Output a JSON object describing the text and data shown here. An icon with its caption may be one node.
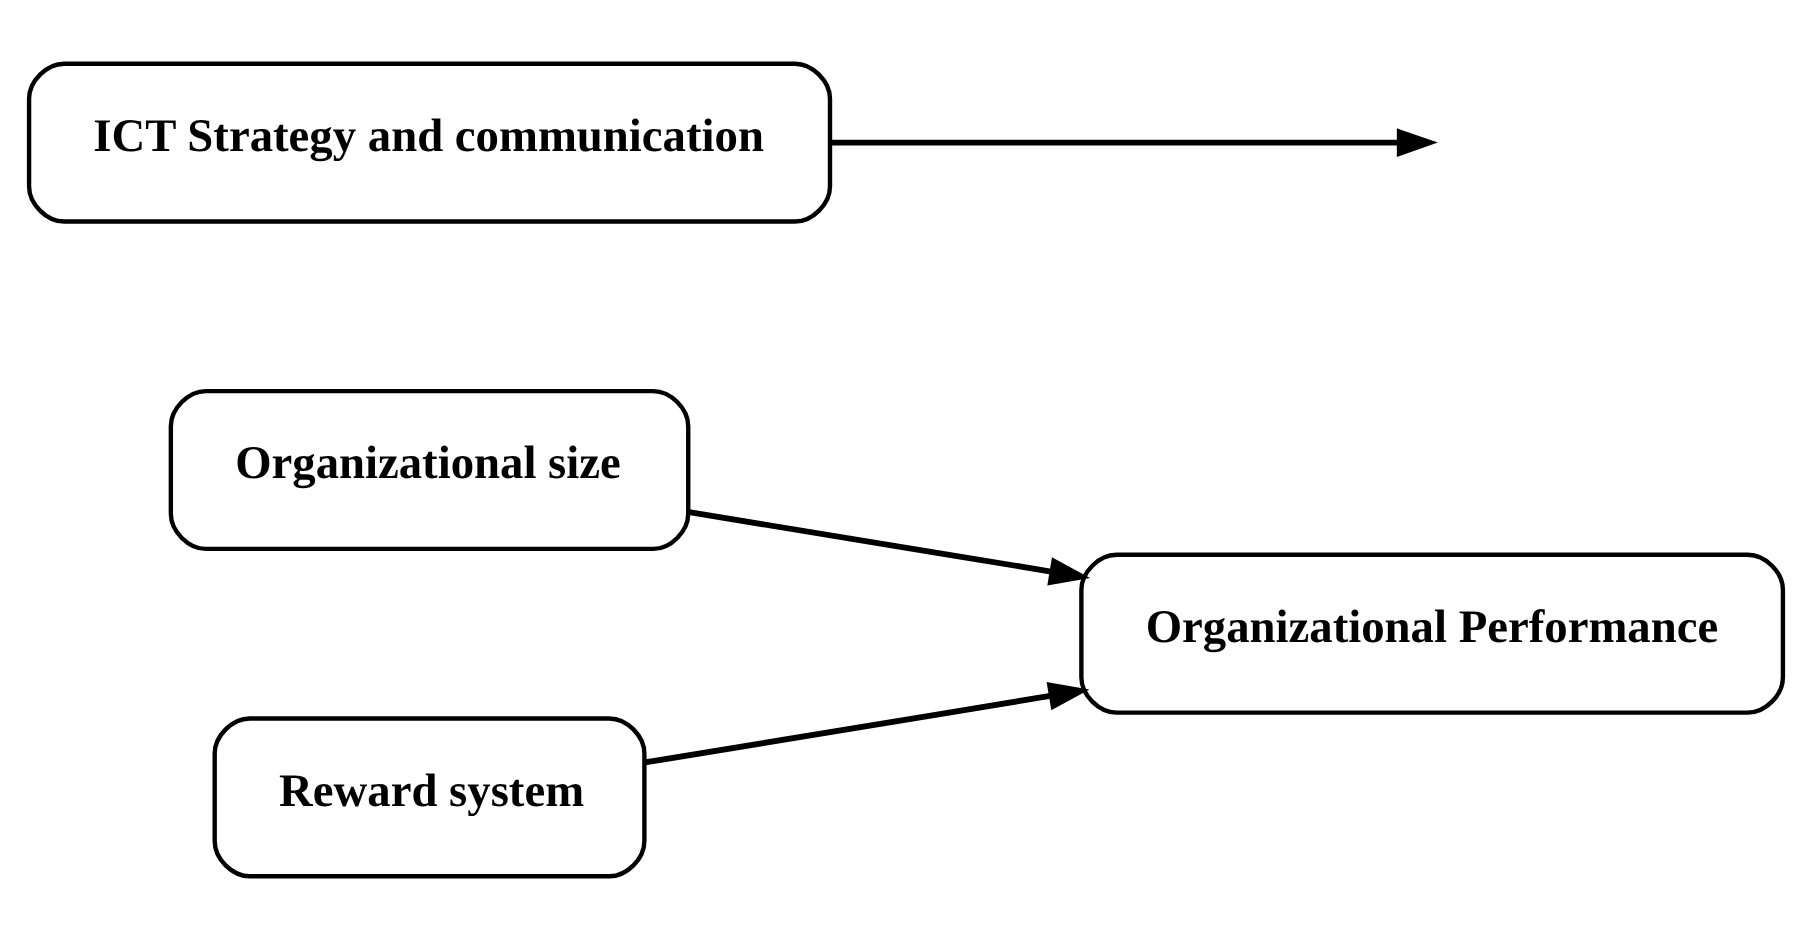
{
  "diagram": {
    "nodes": [
      {
        "text": [
          "Organizational size"
        ]
      },
      {
        "text": [
          "Reward system"
        ]
      },
      {
        "text": [
          "Organizational Performance"
        ]
      },
      {
        "text": [
          "ICT Strategy and communication"
        ]
      }
    ],
    "edges": [
      {
        "from": 0,
        "to": 2,
        "arrow": "to"
      },
      {
        "from": 1,
        "to": 2,
        "arrow": "to"
      },
      {
        "from": 3,
        "to": null,
        "arrow": "to"
      }
    ]
  }
}
